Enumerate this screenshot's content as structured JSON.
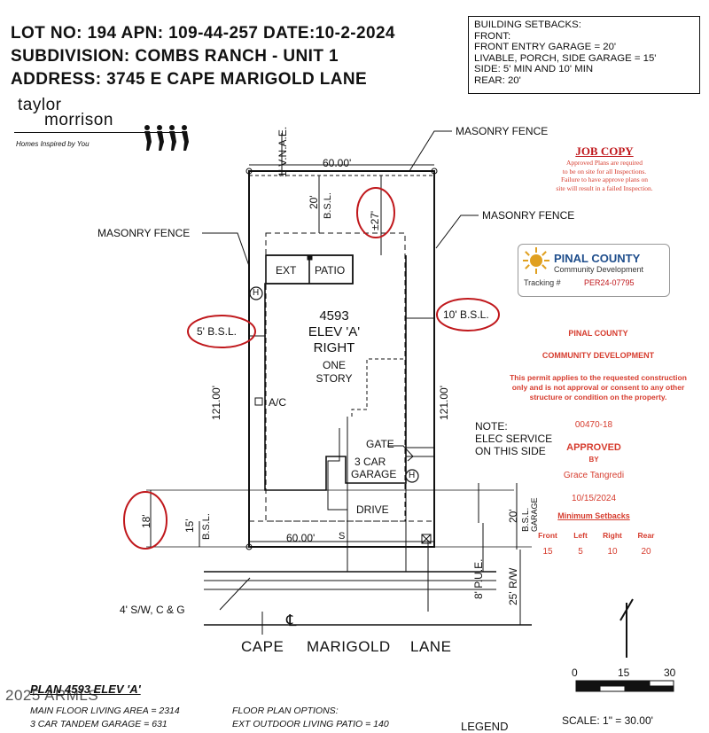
{
  "header": {
    "line1": "LOT NO: 194 APN: 109-44-257 DATE:10-2-2024",
    "line2": "SUBDIVISION: COMBS RANCH - UNIT 1",
    "line3": "ADDRESS: 3745 E CAPE MARIGOLD LANE"
  },
  "setbacks": {
    "title": "BUILDING SETBACKS:",
    "front": "FRONT:",
    "front_detail": "FRONT ENTRY GARAGE = 20'",
    "livable": "LIVABLE, PORCH, SIDE GARAGE = 15'",
    "side": "SIDE: 5' MIN AND 10' MIN",
    "rear": "REAR: 20'"
  },
  "logo": {
    "line1": "taylor",
    "line2": "morrison",
    "tagline": "Homes Inspired by You"
  },
  "labels": {
    "vnae": "1' V.N.A.E.",
    "masonry_fence_top": "MASONRY FENCE",
    "masonry_fence_right": "MASONRY FENCE",
    "masonry_fence_left": "MASONRY FENCE",
    "width_top": "60.00'",
    "width_bottom": "60.00'",
    "rear_20": "20'",
    "rear_bsl": "B.S.L.",
    "rear_27": "±27'",
    "ext": "EXT",
    "patio": "PATIO",
    "hose_bib_1": "H",
    "hose_bib_2": "H",
    "left_bsl": "5' B.S.L.",
    "right_bsl": "10' B.S.L.",
    "plan_number": "4593",
    "elev": "ELEV 'A'",
    "right": "RIGHT",
    "one": "ONE",
    "story": "STORY",
    "depth_left": "121.00'",
    "depth_right": "121.00'",
    "ac": "A/C",
    "gate": "GATE",
    "garage_1": "3 CAR",
    "garage_2": "GARAGE",
    "drive": "DRIVE",
    "front_15": "15'",
    "front_bsl": "B.S.L.",
    "front_18": "18'",
    "garage_20": "20'",
    "garage_bsl": "B.S.L.",
    "garage_word": "GARAGE",
    "sidewalk": "4' S/W, C & G",
    "pue": "8' P.U.E.",
    "rw": "25' R/W",
    "s_mark": "S",
    "note1": "NOTE:",
    "note2": "ELEC SERVICE",
    "note3": "ON THIS SIDE",
    "street_1": "CAPE",
    "street_2": "MARIGOLD",
    "street_3": "LANE",
    "centerline": "℄"
  },
  "stamp": {
    "title": "JOB COPY",
    "line1": "Approved Plans are required",
    "line2": "to be on site for all Inspections.",
    "line3": "Failure to have approve plans on",
    "line4": "site will result in a failed Inspection."
  },
  "pinal": {
    "name": "PINAL COUNTY",
    "dept": "Community Development",
    "tracking_label": "Tracking #",
    "tracking_no": "PER24-07795"
  },
  "approval": {
    "county": "PINAL COUNTY",
    "dept": "COMMUNITY DEVELOPMENT",
    "text1": "This permit applies to the requested construction",
    "text2": "only and is not approval or consent to any other",
    "text3": "structure or condition on the property.",
    "number": "00470-18",
    "status": "APPROVED",
    "by": "BY",
    "name": "Grace Tangredi",
    "date": "10/15/2024",
    "min_title": "Minimum Setbacks",
    "cols": [
      "Front",
      "Left",
      "Right",
      "Rear"
    ],
    "vals": [
      "15",
      "5",
      "10",
      "20"
    ]
  },
  "scale": {
    "t0": "0",
    "t15": "15",
    "t30": "30",
    "text": "SCALE: 1\" = 30.00'"
  },
  "footer": {
    "watermark": "2025 ARMLS",
    "plan": "PLAN 4593 ELEV 'A'",
    "living": "MAIN FLOOR LIVING AREA = 2314",
    "garage": "3 CAR TANDEM GARAGE = 631",
    "options": "FLOOR PLAN OPTIONS:",
    "patio": "EXT OUTDOOR LIVING PATIO = 140",
    "legend": "LEGEND"
  },
  "colors": {
    "ink": "#111111",
    "annotation_red": "#c0181c",
    "stamp_red": "#d63c2e",
    "pinal_gold": "#e0a020",
    "pinal_blue": "#1f4e8c"
  }
}
